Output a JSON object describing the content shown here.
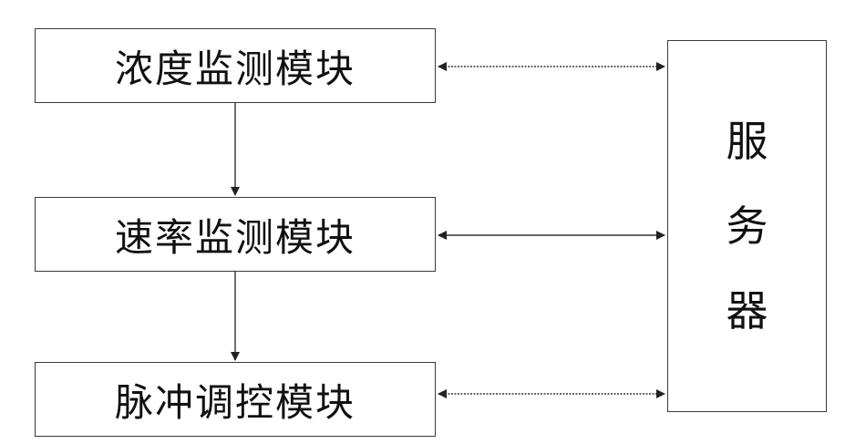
{
  "modules": [
    {
      "label": "浓度监测模块"
    },
    {
      "label": "速率监测模块"
    },
    {
      "label": "脉冲调控模块"
    }
  ],
  "server": {
    "chars": [
      "服",
      "务",
      "器"
    ]
  }
}
